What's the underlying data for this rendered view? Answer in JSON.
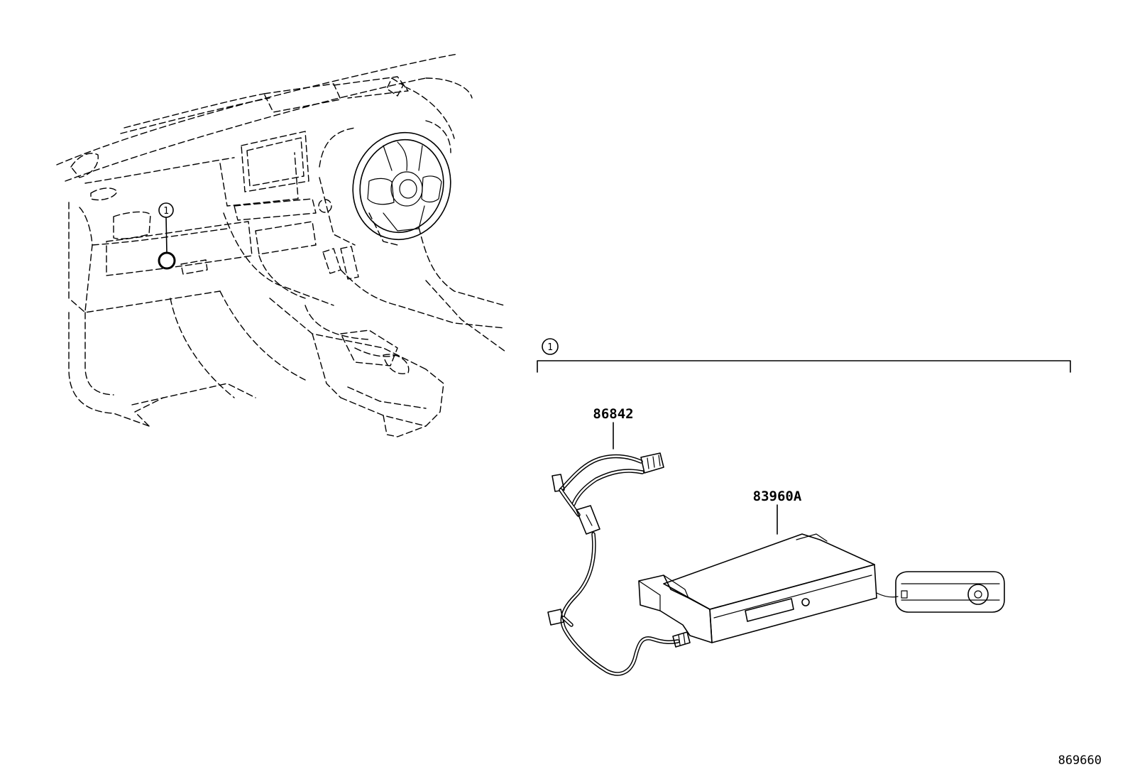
{
  "diagram": {
    "callout_number": "1",
    "group_number": "1",
    "part_labels": {
      "harness": "86842",
      "module": "83960A"
    },
    "figure_id": "869660"
  }
}
